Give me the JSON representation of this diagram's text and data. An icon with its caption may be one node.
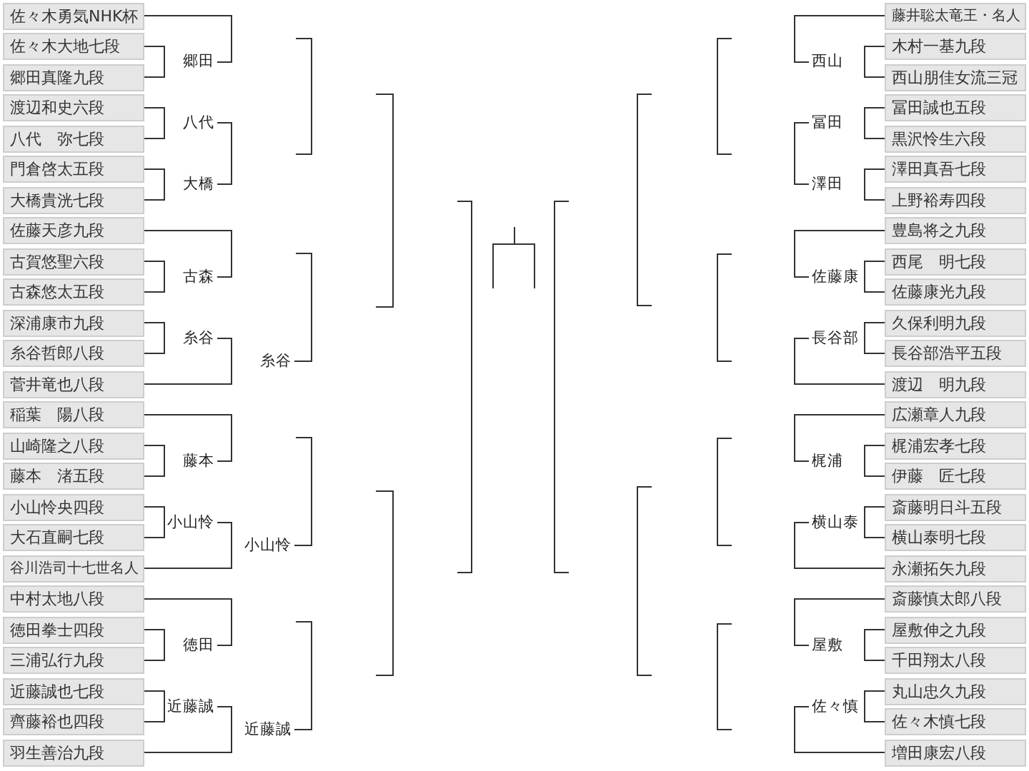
{
  "diagram": {
    "nodes": [
      {
        "text": [
          "佐々木勇気NHK杯"
        ]
      },
      {
        "text": [
          "佐々木大地七段"
        ]
      },
      {
        "text": [
          "郷田真隆九段"
        ]
      },
      {
        "text": [
          "渡辺和史六段"
        ]
      },
      {
        "text": [
          "八代　弥七段"
        ]
      },
      {
        "text": [
          "門倉啓太五段"
        ]
      },
      {
        "text": [
          "大橋貴洸七段"
        ]
      },
      {
        "text": [
          "佐藤天彦九段"
        ]
      },
      {
        "text": [
          "古賀悠聖六段"
        ]
      },
      {
        "text": [
          "古森悠太五段"
        ]
      },
      {
        "text": [
          "深浦康市九段"
        ]
      },
      {
        "text": [
          "糸谷哲郎八段"
        ]
      },
      {
        "text": [
          "菅井竜也八段"
        ]
      },
      {
        "text": [
          "稲葉　陽八段"
        ]
      },
      {
        "text": [
          "山崎隆之八段"
        ]
      },
      {
        "text": [
          "藤本　渚五段"
        ]
      },
      {
        "text": [
          "小山怜央四段"
        ]
      },
      {
        "text": [
          "大石直嗣七段"
        ]
      },
      {
        "text": [
          "谷川浩司十七世名人"
        ]
      },
      {
        "text": [
          "中村太地八段"
        ]
      },
      {
        "text": [
          "徳田拳士四段"
        ]
      },
      {
        "text": [
          "三浦弘行九段"
        ]
      },
      {
        "text": [
          "近藤誠也七段"
        ]
      },
      {
        "text": [
          "齊藤裕也四段"
        ]
      },
      {
        "text": [
          "羽生善治九段"
        ]
      },
      {
        "text": [
          "郷田"
        ]
      },
      {
        "text": [
          "八代"
        ]
      },
      {
        "text": [
          "大橋"
        ]
      },
      {
        "text": [
          "古森"
        ]
      },
      {
        "text": [
          "糸谷"
        ]
      },
      {
        "text": [
          "糸谷"
        ]
      },
      {
        "text": [
          "藤本"
        ]
      },
      {
        "text": [
          "小山怜"
        ]
      },
      {
        "text": [
          "小山怜"
        ]
      },
      {
        "text": [
          "徳田"
        ]
      },
      {
        "text": [
          "近藤誠"
        ]
      },
      {
        "text": [
          "近藤誠"
        ]
      },
      {
        "text": [
          "藤井聡太竜王・名人"
        ]
      },
      {
        "text": [
          "木村一基九段"
        ]
      },
      {
        "text": [
          "西山朋佳女流三冠"
        ]
      },
      {
        "text": [
          "冨田誠也五段"
        ]
      },
      {
        "text": [
          "黒沢怜生六段"
        ]
      },
      {
        "text": [
          "澤田真吾七段"
        ]
      },
      {
        "text": [
          "上野裕寿四段"
        ]
      },
      {
        "text": [
          "豊島将之九段"
        ]
      },
      {
        "text": [
          "西尾　明七段"
        ]
      },
      {
        "text": [
          "佐藤康光九段"
        ]
      },
      {
        "text": [
          "久保利明九段"
        ]
      },
      {
        "text": [
          "長谷部浩平五段"
        ]
      },
      {
        "text": [
          "渡辺　明九段"
        ]
      },
      {
        "text": [
          "広瀬章人九段"
        ]
      },
      {
        "text": [
          "梶浦宏孝七段"
        ]
      },
      {
        "text": [
          "伊藤　匠七段"
        ]
      },
      {
        "text": [
          "斎藤明日斗五段"
        ]
      },
      {
        "text": [
          "横山泰明七段"
        ]
      },
      {
        "text": [
          "永瀬拓矢九段"
        ]
      },
      {
        "text": [
          "斎藤慎太郎八段"
        ]
      },
      {
        "text": [
          "屋敷伸之九段"
        ]
      },
      {
        "text": [
          "千田翔太八段"
        ]
      },
      {
        "text": [
          "丸山忠久九段"
        ]
      },
      {
        "text": [
          "佐々木慎七段"
        ]
      },
      {
        "text": [
          "増田康宏八段"
        ]
      },
      {
        "text": [
          "西山"
        ]
      },
      {
        "text": [
          "冨田"
        ]
      },
      {
        "text": [
          "澤田"
        ]
      },
      {
        "text": [
          "佐藤康"
        ]
      },
      {
        "text": [
          "長谷部"
        ]
      },
      {
        "text": [
          "梶浦"
        ]
      },
      {
        "text": [
          "横山泰"
        ]
      },
      {
        "text": [
          "屋敷"
        ]
      },
      {
        "text": [
          "佐々慎"
        ]
      }
    ],
    "edges": [
      {
        "from": 1,
        "to": 2,
        "arrow": "none"
      },
      {
        "from": 3,
        "to": 4,
        "arrow": "none"
      },
      {
        "from": 5,
        "to": 6,
        "arrow": "none"
      },
      {
        "from": 8,
        "to": 9,
        "arrow": "none"
      },
      {
        "from": 10,
        "to": 11,
        "arrow": "none"
      },
      {
        "from": 14,
        "to": 15,
        "arrow": "none"
      },
      {
        "from": 16,
        "to": 17,
        "arrow": "none"
      },
      {
        "from": 20,
        "to": 21,
        "arrow": "none"
      },
      {
        "from": 22,
        "to": 23,
        "arrow": "none"
      },
      {
        "from": 0,
        "to": 25,
        "arrow": "none"
      },
      {
        "from": 26,
        "to": 27,
        "arrow": "none"
      },
      {
        "from": 7,
        "to": 28,
        "arrow": "none"
      },
      {
        "from": 29,
        "to": 12,
        "arrow": "none"
      },
      {
        "from": 13,
        "to": 31,
        "arrow": "none"
      },
      {
        "from": 32,
        "to": 18,
        "arrow": "none"
      },
      {
        "from": 19,
        "to": 34,
        "arrow": "none"
      },
      {
        "from": 35,
        "to": 24,
        "arrow": "none"
      },
      {
        "from": 30,
        "to": null,
        "arrow": "none"
      },
      {
        "from": 33,
        "to": null,
        "arrow": "none"
      },
      {
        "from": 36,
        "to": null,
        "arrow": "none"
      },
      {
        "from": 38,
        "to": 39,
        "arrow": "none"
      },
      {
        "from": 40,
        "to": 41,
        "arrow": "none"
      },
      {
        "from": 42,
        "to": 43,
        "arrow": "none"
      },
      {
        "from": 45,
        "to": 46,
        "arrow": "none"
      },
      {
        "from": 47,
        "to": 48,
        "arrow": "none"
      },
      {
        "from": 51,
        "to": 52,
        "arrow": "none"
      },
      {
        "from": 53,
        "to": 54,
        "arrow": "none"
      },
      {
        "from": 57,
        "to": 58,
        "arrow": "none"
      },
      {
        "from": 59,
        "to": 60,
        "arrow": "none"
      },
      {
        "from": 37,
        "to": 62,
        "arrow": "none"
      },
      {
        "from": 63,
        "to": 64,
        "arrow": "none"
      },
      {
        "from": 44,
        "to": 65,
        "arrow": "none"
      },
      {
        "from": 66,
        "to": 49,
        "arrow": "none"
      },
      {
        "from": 50,
        "to": 67,
        "arrow": "none"
      },
      {
        "from": 68,
        "to": 55,
        "arrow": "none"
      },
      {
        "from": 56,
        "to": 69,
        "arrow": "none"
      },
      {
        "from": 70,
        "to": 61,
        "arrow": "none"
      }
    ]
  }
}
